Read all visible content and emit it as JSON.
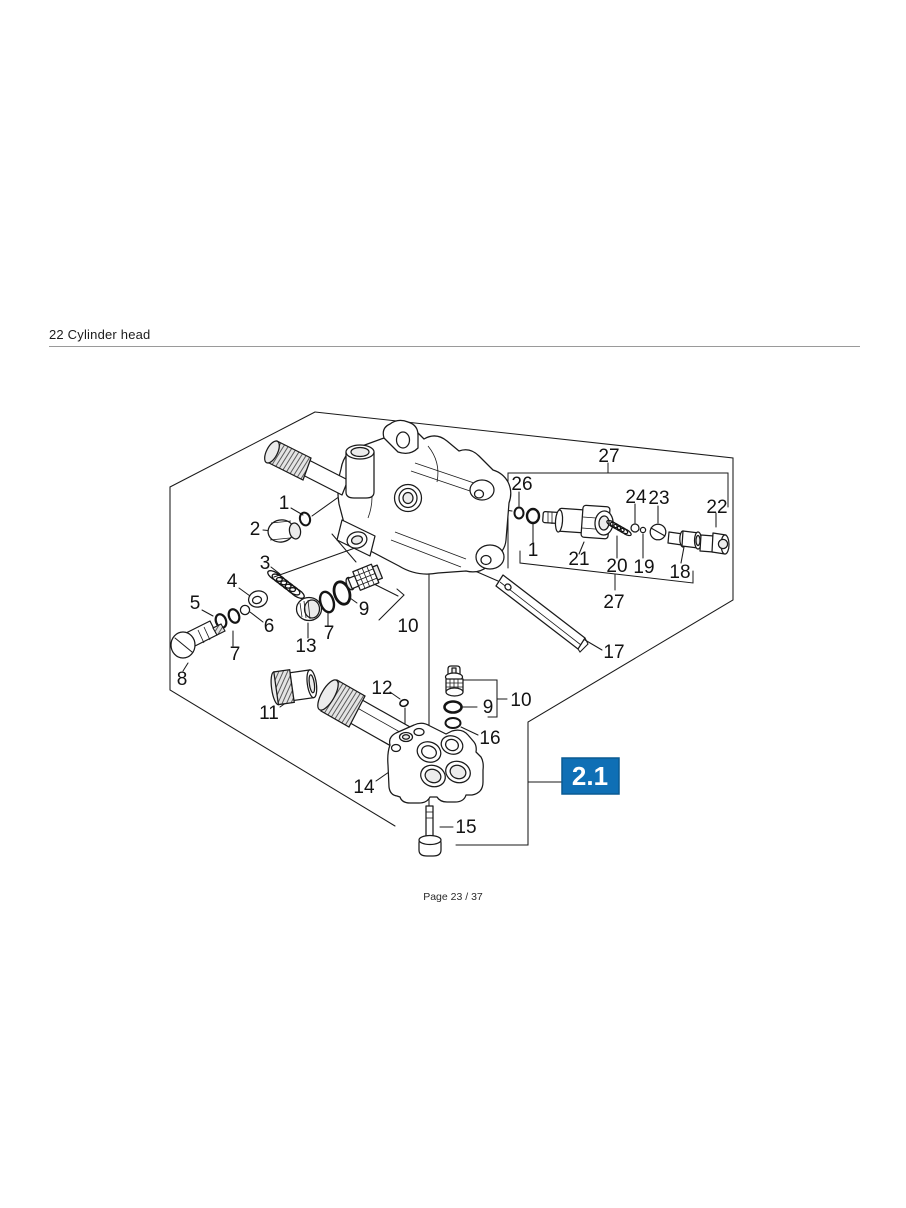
{
  "page": {
    "header": {
      "title": "22 Cylinder head"
    },
    "footer": {
      "page_indicator": "Page 23 / 37"
    }
  },
  "diagram": {
    "reference_badge": {
      "label": "2.1",
      "color": "#0f6fb5"
    },
    "callouts": {
      "c1_left": "1",
      "c2": "2",
      "c3": "3",
      "c4": "4",
      "c5": "5",
      "c6": "6",
      "c7_left": "7",
      "c8": "8",
      "c13": "13",
      "c7_mid": "7",
      "c9_mid": "9",
      "c10_mid": "10",
      "c11": "11",
      "c12": "12",
      "c14": "14",
      "c15": "15",
      "c16": "16",
      "c9_lower": "9",
      "c10_lower": "10",
      "c17": "17",
      "c26": "26",
      "c1_right": "1",
      "c21": "21",
      "c20": "20",
      "c19": "19",
      "c24": "24",
      "c23": "23",
      "c18": "18",
      "c22": "22",
      "c27_top": "27",
      "c27_bottom": "27"
    }
  }
}
